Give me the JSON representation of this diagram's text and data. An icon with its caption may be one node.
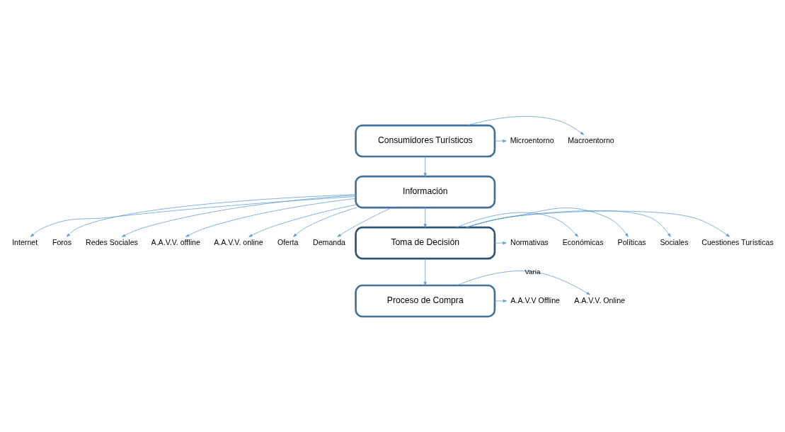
{
  "diagram": {
    "nodes": [
      {
        "text": [
          "Consumidores Turísticos"
        ]
      },
      {
        "text": [
          "Macroentorno"
        ]
      },
      {
        "text": [
          "Microentorno"
        ]
      },
      {
        "text": [
          "Información"
        ]
      },
      {
        "text": [
          "Internet"
        ]
      },
      {
        "text": [
          "Foros"
        ]
      },
      {
        "text": [
          "Redes Sociales"
        ]
      },
      {
        "text": [
          "A.A.V.V. offline"
        ]
      },
      {
        "text": [
          "A.A.V.V. online"
        ]
      },
      {
        "text": [
          "Oferta"
        ]
      },
      {
        "text": [
          "Demanda"
        ]
      },
      {
        "text": [
          "Toma de Decisión"
        ]
      },
      {
        "text": [
          "Cuestiones Turísticas"
        ]
      },
      {
        "text": [
          "Sociales"
        ]
      },
      {
        "text": [
          "Políticas"
        ]
      },
      {
        "text": [
          "Económicas"
        ]
      },
      {
        "text": [
          "Normativas"
        ]
      },
      {
        "text": [
          "Proceso de Compra"
        ]
      },
      {
        "text": [
          "A.A.V.V. Online"
        ]
      },
      {
        "text": [
          "A.A.V.V Offline"
        ]
      }
    ],
    "edges": [
      {
        "from": 0,
        "to": 1,
        "arrow": "to"
      },
      {
        "from": 0,
        "to": 2,
        "arrow": "to"
      },
      {
        "from": 0,
        "to": 3,
        "arrow": "to"
      },
      {
        "from": 3,
        "to": 4,
        "arrow": "to"
      },
      {
        "from": 3,
        "to": 5,
        "arrow": "to"
      },
      {
        "from": 3,
        "to": 6,
        "arrow": "to"
      },
      {
        "from": 3,
        "to": 7,
        "arrow": "to"
      },
      {
        "from": 3,
        "to": 8,
        "arrow": "to"
      },
      {
        "from": 3,
        "to": 9,
        "arrow": "to"
      },
      {
        "from": 3,
        "to": 10,
        "arrow": "to"
      },
      {
        "from": 3,
        "to": 11,
        "arrow": "to"
      },
      {
        "from": 11,
        "to": 12,
        "arrow": "to"
      },
      {
        "from": 11,
        "to": 13,
        "arrow": "to"
      },
      {
        "from": 11,
        "to": 14,
        "arrow": "to"
      },
      {
        "from": 11,
        "to": 15,
        "arrow": "to"
      },
      {
        "from": 11,
        "to": 16,
        "arrow": "to"
      },
      {
        "from": 11,
        "to": 17,
        "arrow": "to"
      },
      {
        "from": 17,
        "to": 18,
        "arrow": "to",
        "label": "Varia"
      },
      {
        "from": 17,
        "to": 19,
        "arrow": "to"
      }
    ]
  }
}
